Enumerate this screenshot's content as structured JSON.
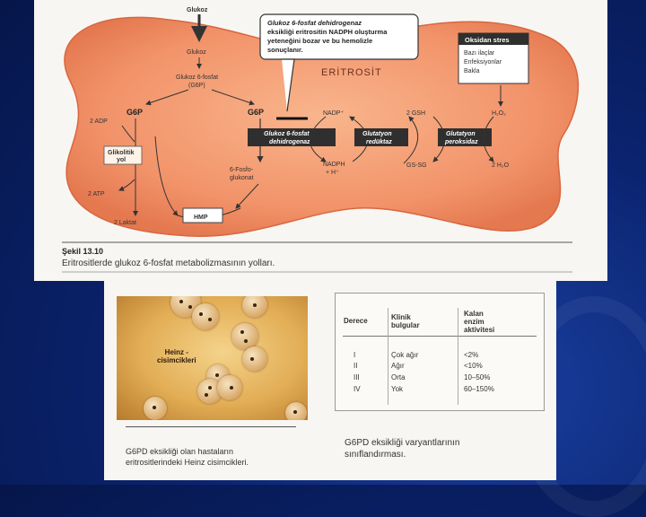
{
  "diagram": {
    "title_label": "ERİTROSİT",
    "nodes": {
      "glukoz_top": "Glukoz",
      "glukoz_mid": "Glukoz",
      "g6p_line1": "Glukoz 6-fosfat",
      "g6p_line2": "(G6P)",
      "g6p_left": "G6P",
      "g6p_right": "G6P",
      "adp": "2 ADP",
      "glikolitik_1": "Glikolitik",
      "glikolitik_2": "yol",
      "atp": "2 ATP",
      "laktat": "2 Laktat",
      "hmp": "HMP",
      "fosfo_1": "6-Fosfo-",
      "fosfo_2": "glukonat",
      "nadp": "NADP⁺",
      "nadph_1": "NADPH",
      "nadph_2": "+ H⁺",
      "gsh": "2 GSH",
      "gssg": "GS-SG",
      "h2o2": "H₂O₂",
      "h2o": "2 H₂O",
      "enzyme_g6pd_1": "Glukoz 6-fosfat",
      "enzyme_g6pd_2": "dehidrogenaz",
      "enzyme_gr_1": "Glutatyon",
      "enzyme_gr_2": "redüktaz",
      "enzyme_gp_1": "Glutatyon",
      "enzyme_gp_2": "peroksidaz"
    },
    "callout": [
      "Glukoz 6-fosfat dehidrogenaz",
      "eksikliği eritrositin NADPH oluşturma",
      "yeteneğini bozar ve bu hemolizle",
      "sonuçlanır."
    ],
    "stress_box": {
      "title": "Oksidan stres",
      "items": [
        "Bazı ilaçlar",
        "Enfeksiyonlar",
        "Bakla"
      ]
    },
    "figure_number": "Şekil 13.10",
    "figure_caption": "Eritrositlerde glukoz 6-fosfat metabolizmasının yolları."
  },
  "micrograph": {
    "label_line1": "Heinz -",
    "label_line2": "cisimcikleri",
    "caption_line1": "G6PD eksikliği olan hastaların",
    "caption_line2": "eritrositlerindeki Heinz cisimcikleri."
  },
  "variant_table": {
    "headers": {
      "degree": "Derece",
      "clinical_1": "Klinik",
      "clinical_2": "bulgular",
      "activity_1": "Kalan",
      "activity_2": "enzim",
      "activity_3": "aktivitesi"
    },
    "rows": [
      {
        "degree": "I",
        "clinical": "Çok ağır",
        "activity": "<2%"
      },
      {
        "degree": "II",
        "clinical": "Ağır",
        "activity": "<10%"
      },
      {
        "degree": "III",
        "clinical": "Orta",
        "activity": "10–50%"
      },
      {
        "degree": "IV",
        "clinical": "Yok",
        "activity": "60–150%"
      }
    ],
    "caption_line1": "G6PD eksikliği varyantlarının",
    "caption_line2": "sınıflandırması."
  }
}
